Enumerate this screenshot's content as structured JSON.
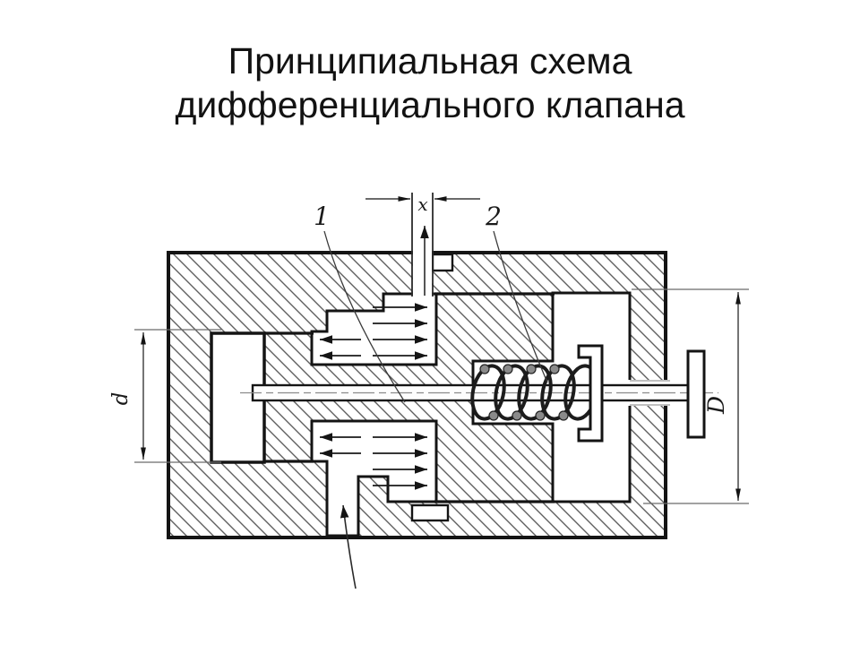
{
  "title": {
    "line1": "Принципиальная схема",
    "line2": "дифференциального клапана"
  },
  "diagram": {
    "part_labels": {
      "label1": "1",
      "label2": "2"
    },
    "dimension_labels": {
      "gap": "x",
      "bore": "d",
      "piston": "D"
    },
    "colors": {
      "ink": "#141414",
      "hatch_line": "#5f5f5f",
      "thin_line": "#3a3a3a",
      "background": "#ffffff"
    }
  }
}
